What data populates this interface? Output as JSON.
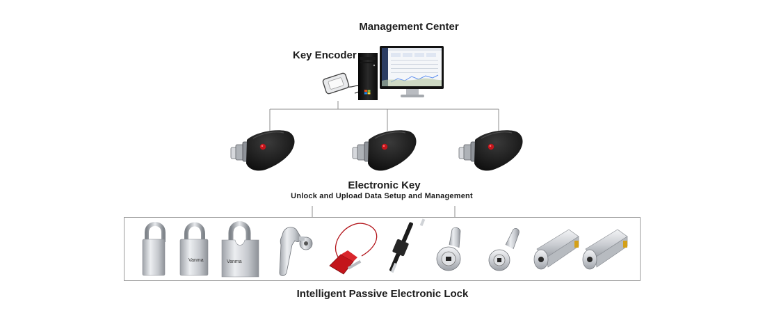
{
  "labels": {
    "management_center": "Management Center",
    "key_encoder": "Key Encoder",
    "electronic_key": "Electronic Key",
    "electronic_key_sub": "Unlock and Upload Data Setup and Management",
    "lock_group": "Intelligent Passive Electronic Lock"
  },
  "padlock_brand": "Vanma",
  "colors": {
    "connector": "#8c8c8c",
    "key_body": "#151515",
    "key_button": "#c3151b",
    "metal": "#c9ccd1",
    "monitor_screen": "#f4f6f9",
    "screen_sidebar": "#2b3d63",
    "text": "#1d1d1d"
  },
  "icons": [
    "card-encoder-icon",
    "pc-tower-icon",
    "monitor-icon",
    "electronic-key-icon",
    "padlock-icon",
    "handle-lock-icon",
    "cable-seal-icon",
    "latch-lock-icon",
    "cam-lock-icon",
    "cylinder-lock-icon"
  ]
}
